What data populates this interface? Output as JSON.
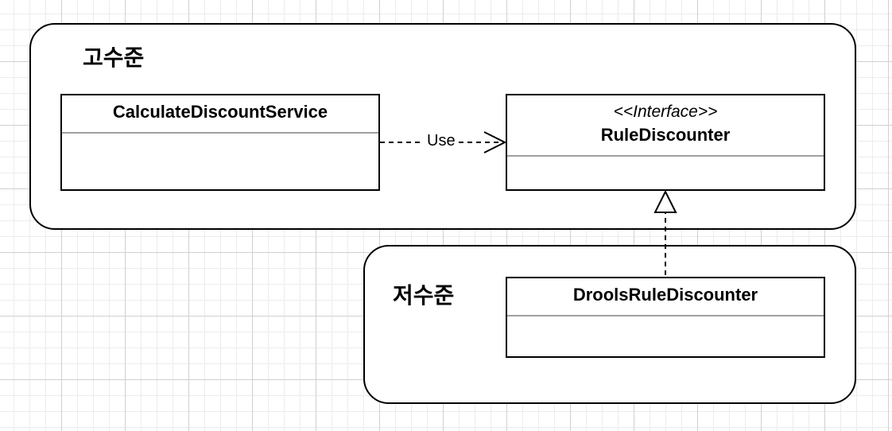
{
  "layers": {
    "high": {
      "title": "고수준"
    },
    "low": {
      "title": "저수준"
    }
  },
  "classes": {
    "calculate_discount_service": {
      "name": "CalculateDiscountService"
    },
    "rule_discounter": {
      "stereotype": "<<Interface>>",
      "name": "RuleDiscounter"
    },
    "drools_rule_discounter": {
      "name": "DroolsRuleDiscounter"
    }
  },
  "relations": {
    "use": {
      "label": "Use",
      "type": "dependency"
    },
    "implements": {
      "type": "realization"
    }
  }
}
